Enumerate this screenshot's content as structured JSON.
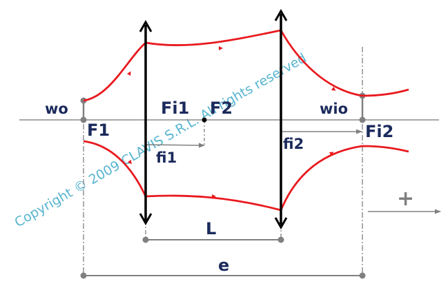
{
  "labels": {
    "wo": "wo",
    "F1": "F1",
    "Fi1": "Fi1",
    "F2": "F2",
    "wio": "wio",
    "Fi2": "Fi2",
    "fi1": "fi1",
    "fi2": "fi2",
    "L": "L",
    "e": "e",
    "plus": "+"
  },
  "watermark": "Copyright © 2009 CLAVIS S.R.L. All rights reserved",
  "colors": {
    "beam": "#e8191e",
    "lens": "#000000",
    "axis": "#8a8a8a",
    "dim": "#808080",
    "label": "#1b2a5c",
    "watermark": "#3aa7c7"
  }
}
